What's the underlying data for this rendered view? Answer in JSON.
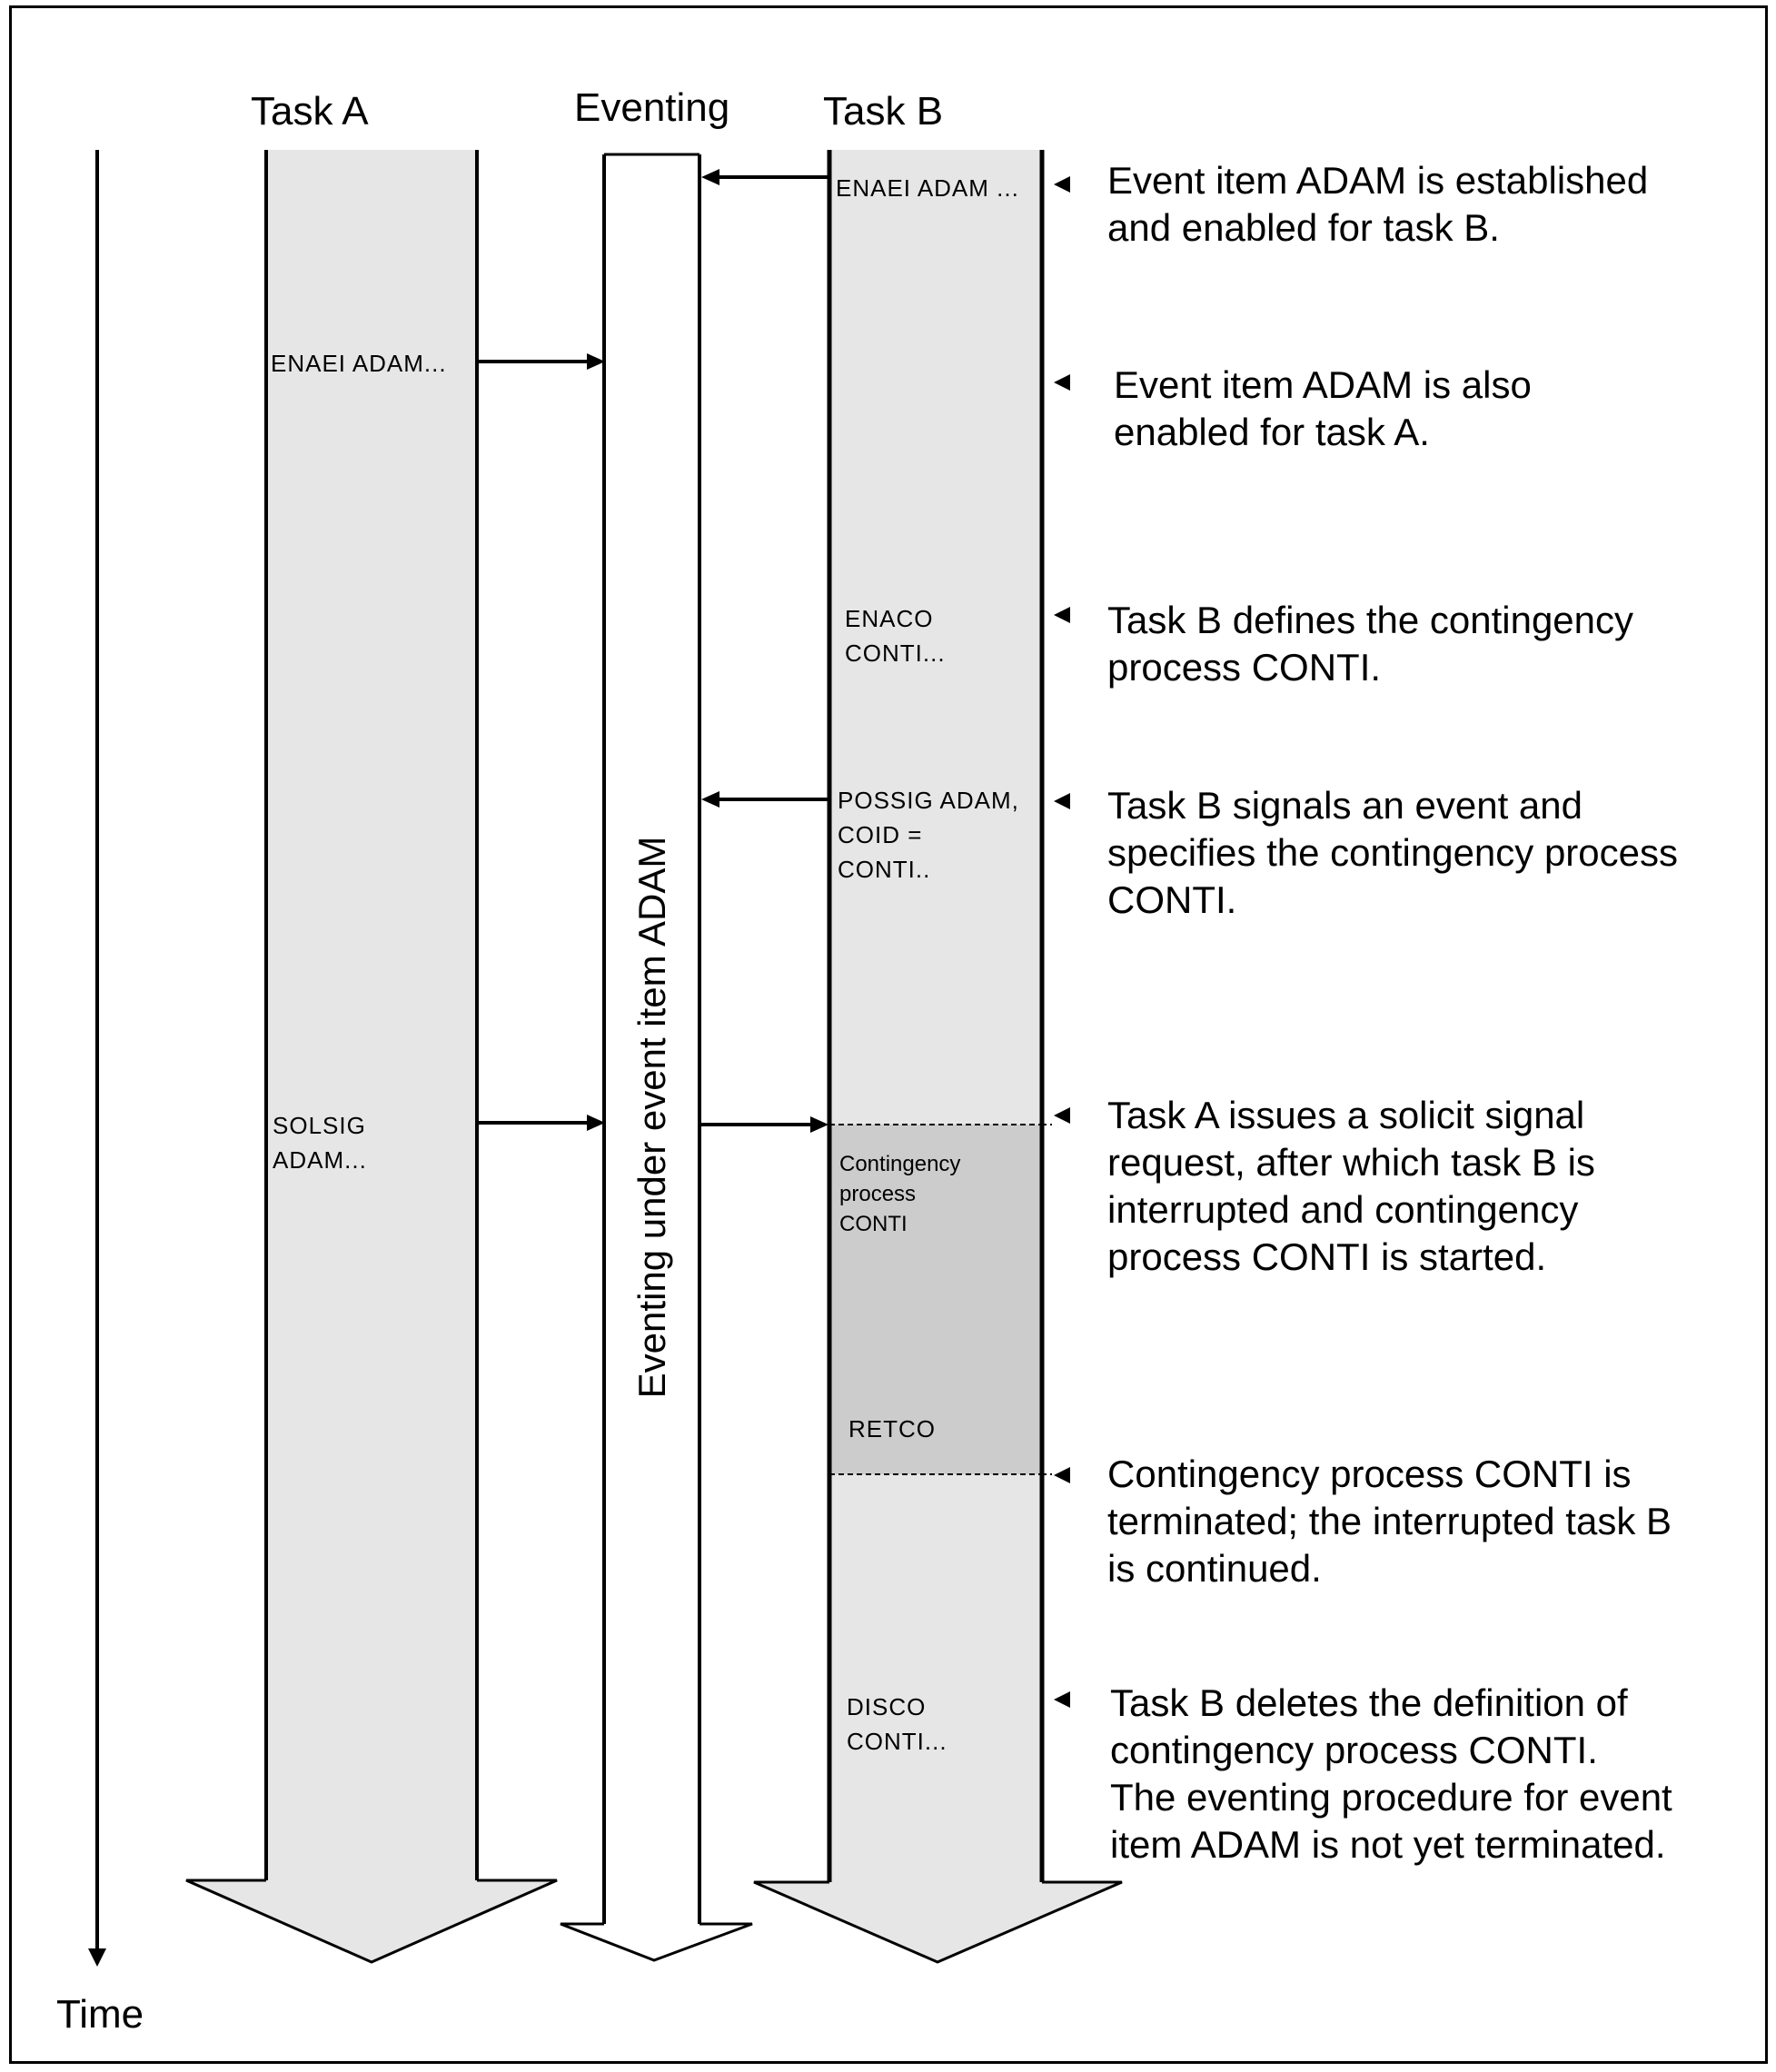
{
  "headers": {
    "task_a": "Task A",
    "eventing": "Eventing",
    "task_b": "Task B",
    "time": "Time"
  },
  "eventing_label": "Eventing under event item ADAM",
  "task_a_commands": {
    "enaei": "ENAEI ADAM...",
    "solsig": "SOLSIG\nADAM..."
  },
  "task_b_commands": {
    "enaei": "ENAEI ADAM ...",
    "enaco": "ENACO\nCONTI...",
    "possig": "POSSIG ADAM,\nCOID =\nCONTI..",
    "contingency": "Contingency\nprocess\nCONTI",
    "retco": "RETCO",
    "disco": "DISCO\nCONTI..."
  },
  "annotations": [
    "Event item ADAM is established\nand enabled for task B.",
    "Event item ADAM is also\nenabled for task A.",
    "Task B defines the contingency\nprocess CONTI.",
    "Task B signals an event and\nspecifies the contingency process\nCONTI.",
    "Task A issues a solicit signal\nrequest, after which task B is\ninterrupted and contingency\nprocess CONTI is started.",
    "Contingency process CONTI is\nterminated; the interrupted task B\nis continued.",
    "Task B deletes the definition of\ncontingency process CONTI.\nThe eventing procedure for event\nitem ADAM  is not yet terminated."
  ],
  "colors": {
    "task_fill": "#e6e6e6",
    "contingency_fill": "#cccccc",
    "eventing_fill": "#ffffff",
    "line": "#000000"
  }
}
